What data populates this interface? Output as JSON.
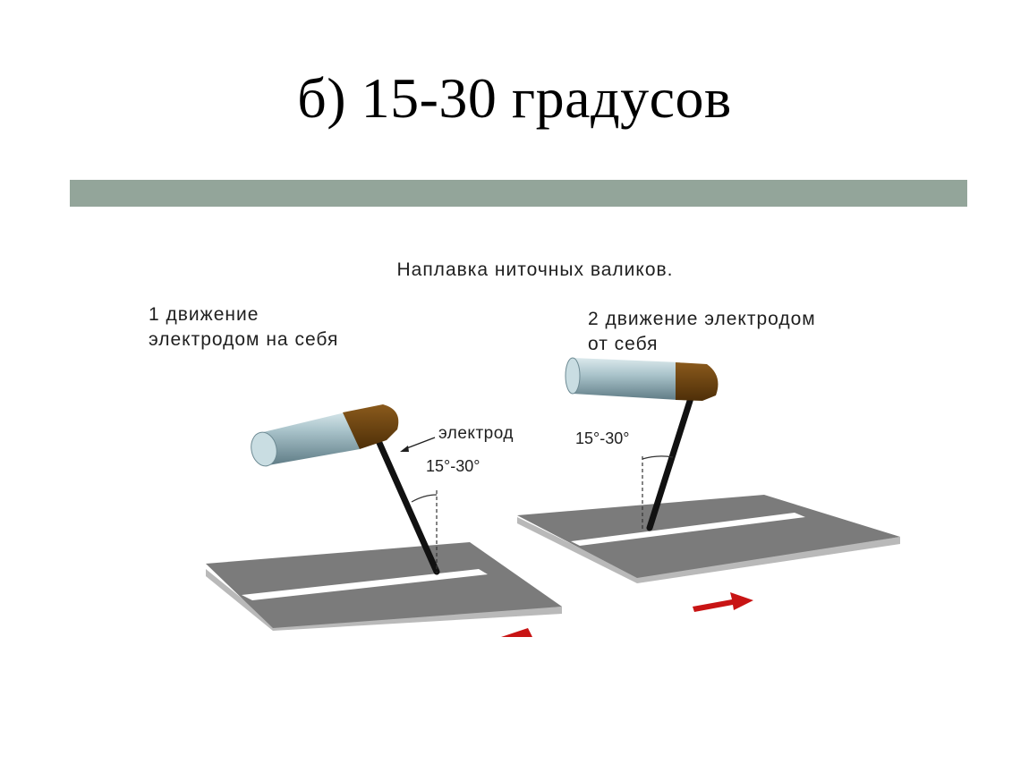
{
  "slide": {
    "title": "б) 15-30 градусов"
  },
  "figure": {
    "heading": "Наплавка ниточных валиков.",
    "left_panel": {
      "caption_line1": "1 движение",
      "caption_line2": "электродом на себя",
      "electrode_label": "электрод",
      "angle_label": "15°-30°"
    },
    "right_panel": {
      "caption_line1": "2 движение электродом",
      "caption_line2": "от себя",
      "angle_label": "15°-30°"
    },
    "colors": {
      "accent_bar": "#93a59a",
      "plate_top": "#7d7d7d",
      "plate_edge": "#b5b5b5",
      "holder_barrel": "#9fb8c0",
      "holder_tip": "#6b4310",
      "arrow": "#c81414"
    }
  }
}
